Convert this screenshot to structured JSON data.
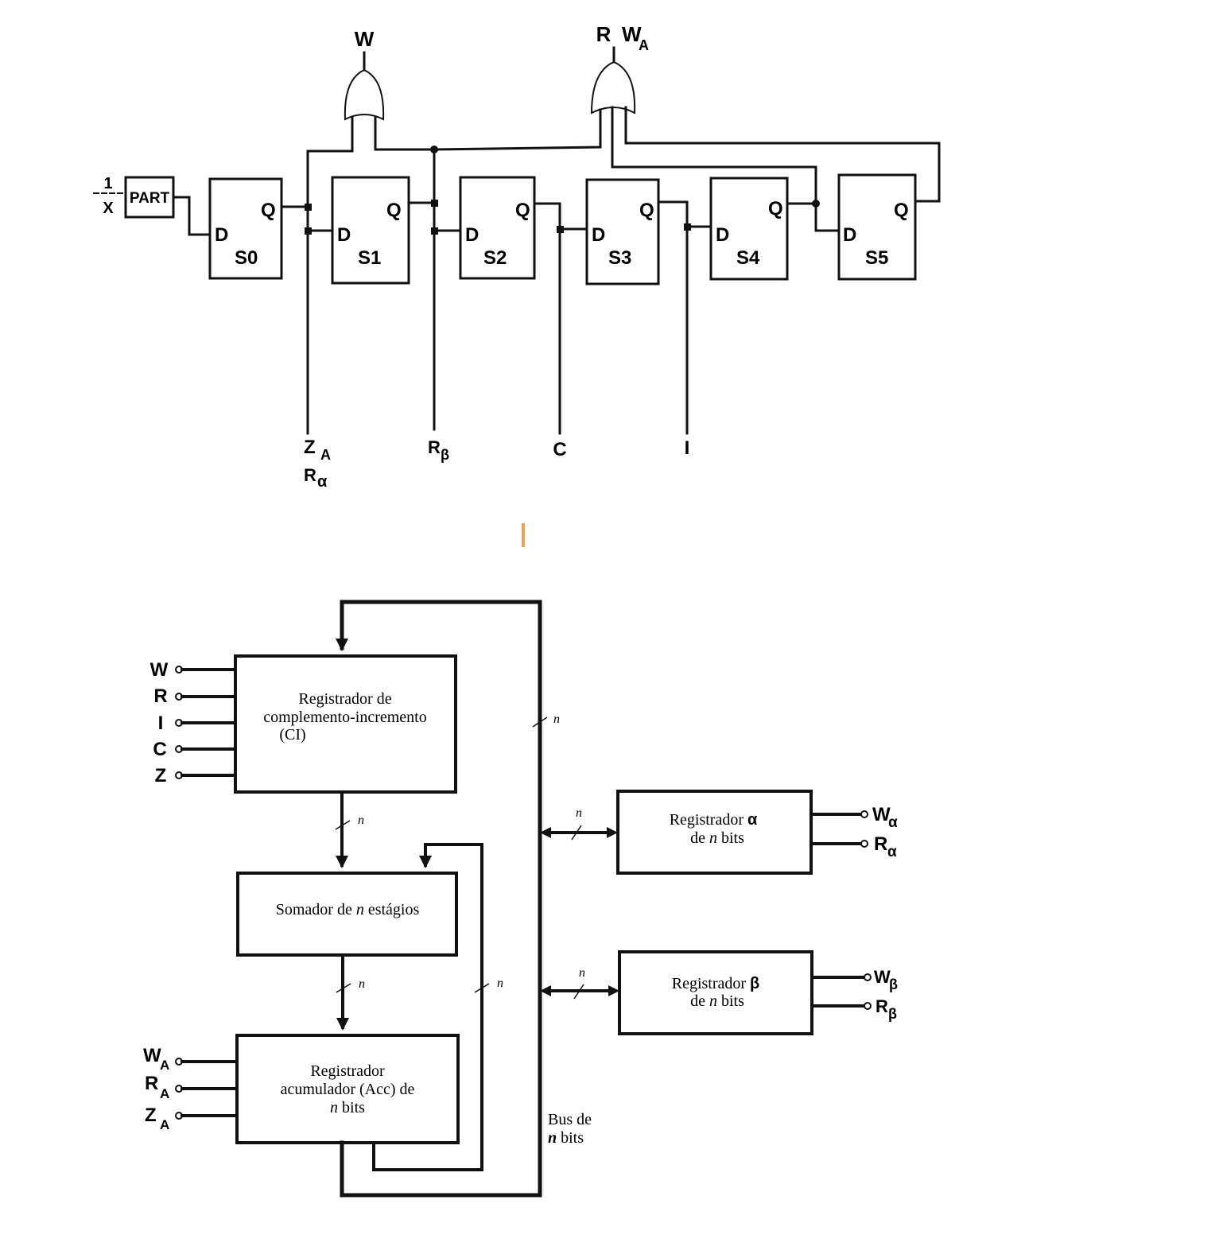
{
  "control_unit": {
    "or_gate_left_output": "W",
    "or_gate_right_output_r": "R",
    "or_gate_right_output_w": "W",
    "or_gate_right_output_w_sub": "A",
    "start_input_top": "1",
    "start_input_bottom": "X",
    "part_label": "PART",
    "d_label": "D",
    "q_label": "Q",
    "flipflops": [
      "S0",
      "S1",
      "S2",
      "S3",
      "S4",
      "S5"
    ],
    "tap_za": "Z",
    "tap_za_sub": "A",
    "tap_ralpha": "R",
    "tap_ralpha_sub": "α",
    "tap_rbeta": "R",
    "tap_rbeta_sub": "β",
    "tap_c": "C",
    "tap_i": "I"
  },
  "datapath": {
    "ci_register_line1": "Registrador de",
    "ci_register_line2": "complemento-incremento",
    "ci_register_line3": "(CI)",
    "ci_inputs": [
      "W",
      "R",
      "I",
      "C",
      "Z"
    ],
    "adder_pre": "Somador de ",
    "adder_n": "n",
    "adder_post": " estágios",
    "acc_line1": "Registrador",
    "acc_line2": "acumulador (Acc) de",
    "acc_line3_n": "n",
    "acc_line3_post": " bits",
    "acc_inputs": [
      {
        "letter": "W",
        "sub": "A"
      },
      {
        "letter": "R",
        "sub": "A"
      },
      {
        "letter": "Z",
        "sub": "A"
      }
    ],
    "alpha_line1_pre": "Registrador ",
    "alpha_symbol": "α",
    "alpha_line2_pre": "de ",
    "alpha_line2_n": "n",
    "alpha_line2_post": " bits",
    "alpha_outputs": [
      {
        "letter": "W",
        "sub": "α"
      },
      {
        "letter": "R",
        "sub": "α"
      }
    ],
    "beta_line1_pre": "Registrador ",
    "beta_symbol": "β",
    "beta_line2_pre": "de ",
    "beta_line2_n": "n",
    "beta_line2_post": " bits",
    "beta_outputs": [
      {
        "letter": "W",
        "sub": "β"
      },
      {
        "letter": "R",
        "sub": "β"
      }
    ],
    "bus_line1": "Bus de",
    "bus_line2_n": "n",
    "bus_line2_post": " bits",
    "width_mark": "n"
  }
}
